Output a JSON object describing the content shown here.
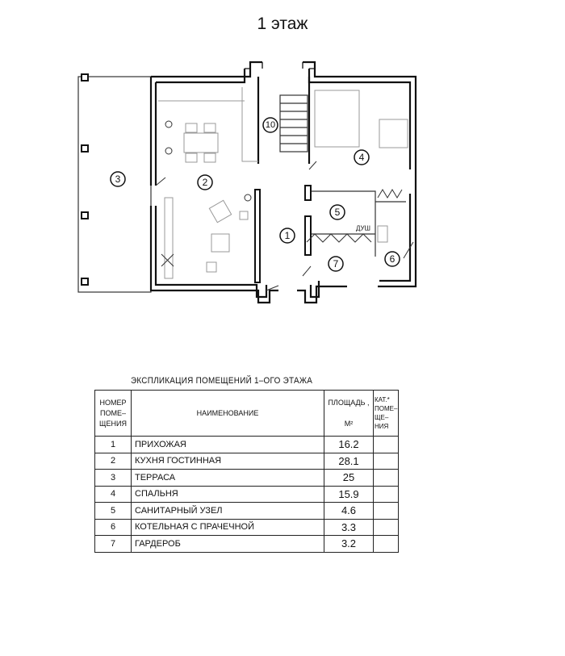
{
  "title": "1 этаж",
  "plan": {
    "room_markers": [
      "1",
      "2",
      "3",
      "4",
      "5",
      "6",
      "7",
      "10"
    ],
    "shower_label": "ДУШ"
  },
  "table": {
    "title": "ЭКСПЛИКАЦИЯ ПОМЕЩЕНИЙ 1–ОГО ЭТАЖА",
    "headers": {
      "number": "НОМЕР ПОМЕ– ЩЕНИЯ",
      "name": "НАИМЕНОВАНИЕ",
      "area": "ПЛОЩАДЬ ,",
      "area_unit": "М²",
      "category": "КАТ.* ПОМЕ– ЩЕ– НИЯ"
    },
    "rows": [
      {
        "number": "1",
        "name": "ПРИХОЖАЯ",
        "area": "16.2"
      },
      {
        "number": "2",
        "name": "КУХНЯ  ГОСТИННАЯ",
        "area": "28.1"
      },
      {
        "number": "3",
        "name": "ТЕРРАСА",
        "area": "25"
      },
      {
        "number": "4",
        "name": "СПАЛЬНЯ",
        "area": "15.9"
      },
      {
        "number": "5",
        "name": "САНИТАРНЫЙ  УЗЕЛ",
        "area": "4.6"
      },
      {
        "number": "6",
        "name": "КОТЕЛЬНАЯ  С  ПРАЧЕЧНОЙ",
        "area": "3.3"
      },
      {
        "number": "7",
        "name": "ГАРДЕРОБ",
        "area": "3.2"
      }
    ]
  }
}
